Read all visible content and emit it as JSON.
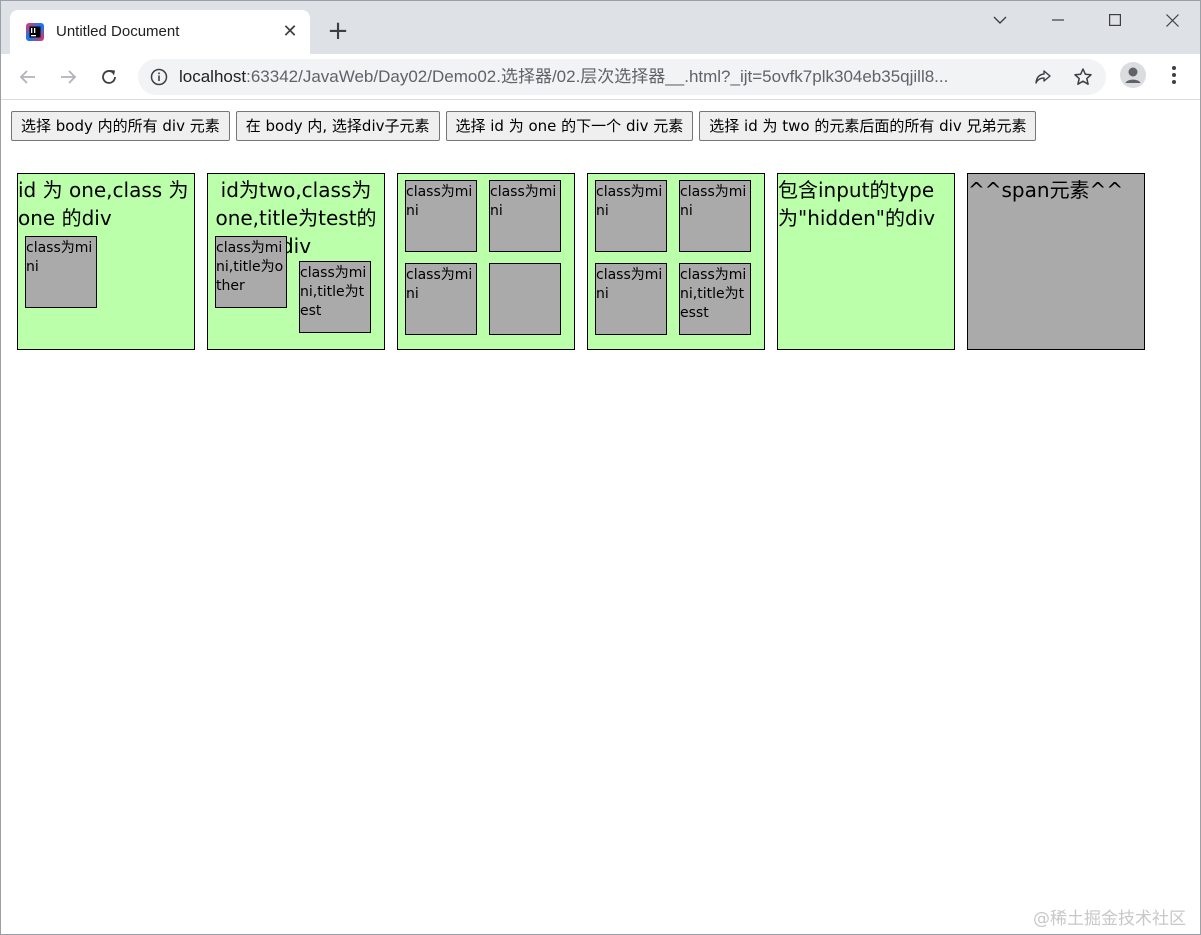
{
  "browser": {
    "tab": {
      "title": "Untitled Document"
    },
    "address": {
      "host": "localhost",
      "rest": ":63342/JavaWeb/Day02/Demo02.选择器/02.层次选择器__.html?_ijt=5ovfk7plk304eb35qjill8..."
    },
    "icons": [
      "intellij-favicon",
      "close-icon",
      "plus-icon",
      "chevron-down-icon",
      "minimize-icon",
      "maximize-icon",
      "close-window-icon",
      "back-arrow-icon",
      "forward-arrow-icon",
      "reload-icon",
      "info-icon",
      "share-icon",
      "star-icon",
      "profile-icon",
      "kebab-menu-icon"
    ]
  },
  "page": {
    "buttons": [
      "选择 body 内的所有 div 元素",
      "在 body 内, 选择div子元素",
      "选择 id 为 one 的下一个 div 元素",
      "选择 id 为 two 的元素后面的所有 div 兄弟元素"
    ],
    "boxes": {
      "one": {
        "label": "id 为 one,class 为 one 的div",
        "mini": [
          "class为mini"
        ]
      },
      "two": {
        "label": "id为two,class为one,title为test的div",
        "mini": [
          "class为mini,title为other",
          "class为mini,title为test"
        ]
      },
      "three": {
        "mini": [
          "class为mini",
          "class为mini",
          "class为mini",
          ""
        ]
      },
      "four": {
        "mini": [
          "class为mini",
          "class为mini",
          "class为mini",
          "class为mini,title为tesst"
        ]
      },
      "five": {
        "label": "包含input的type为\"hidden\"的div"
      },
      "span": {
        "label": "^^span元素^^"
      }
    },
    "colors": {
      "box_green": "#bbffaa",
      "mini_gray": "#aaaaaa"
    }
  },
  "watermark": "@稀土掘金技术社区"
}
